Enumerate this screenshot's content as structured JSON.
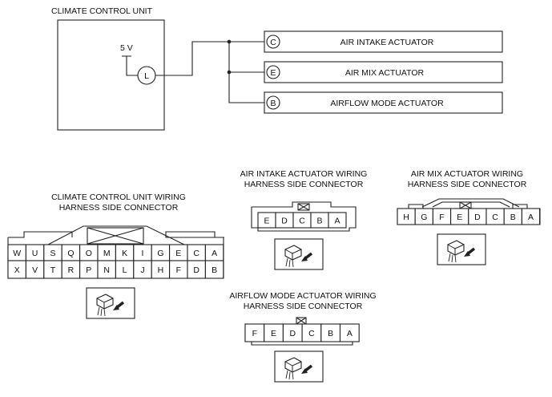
{
  "ccu": {
    "title": "CLIMATE CONTROL UNIT",
    "voltage": "5 V",
    "symbol": "L"
  },
  "actuators": [
    {
      "terminal": "C",
      "label": "AIR INTAKE ACTUATOR"
    },
    {
      "terminal": "E",
      "label": "AIR MIX ACTUATOR"
    },
    {
      "terminal": "B",
      "label": "AIRFLOW MODE ACTUATOR"
    }
  ],
  "connectors": {
    "ccu": {
      "title_lines": [
        "CLIMATE CONTROL UNIT WIRING",
        "HARNESS SIDE CONNECTOR"
      ],
      "row1": [
        "W",
        "U",
        "S",
        "Q",
        "O",
        "M",
        "K",
        "I",
        "G",
        "E",
        "C",
        "A"
      ],
      "row2": [
        "X",
        "V",
        "T",
        "R",
        "P",
        "N",
        "L",
        "J",
        "H",
        "F",
        "D",
        "B"
      ]
    },
    "air_intake": {
      "title_lines": [
        "AIR INTAKE ACTUATOR WIRING",
        "HARNESS SIDE CONNECTOR"
      ],
      "pins": [
        "E",
        "D",
        "C",
        "B",
        "A"
      ]
    },
    "air_mix": {
      "title_lines": [
        "AIR MIX ACTUATOR WIRING",
        "HARNESS SIDE CONNECTOR"
      ],
      "pins": [
        "H",
        "G",
        "F",
        "E",
        "D",
        "C",
        "B",
        "A"
      ]
    },
    "airflow_mode": {
      "title_lines": [
        "AIRFLOW MODE ACTUATOR WIRING",
        "HARNESS SIDE CONNECTOR"
      ],
      "pins": [
        "F",
        "E",
        "D",
        "C",
        "B",
        "A"
      ]
    }
  }
}
